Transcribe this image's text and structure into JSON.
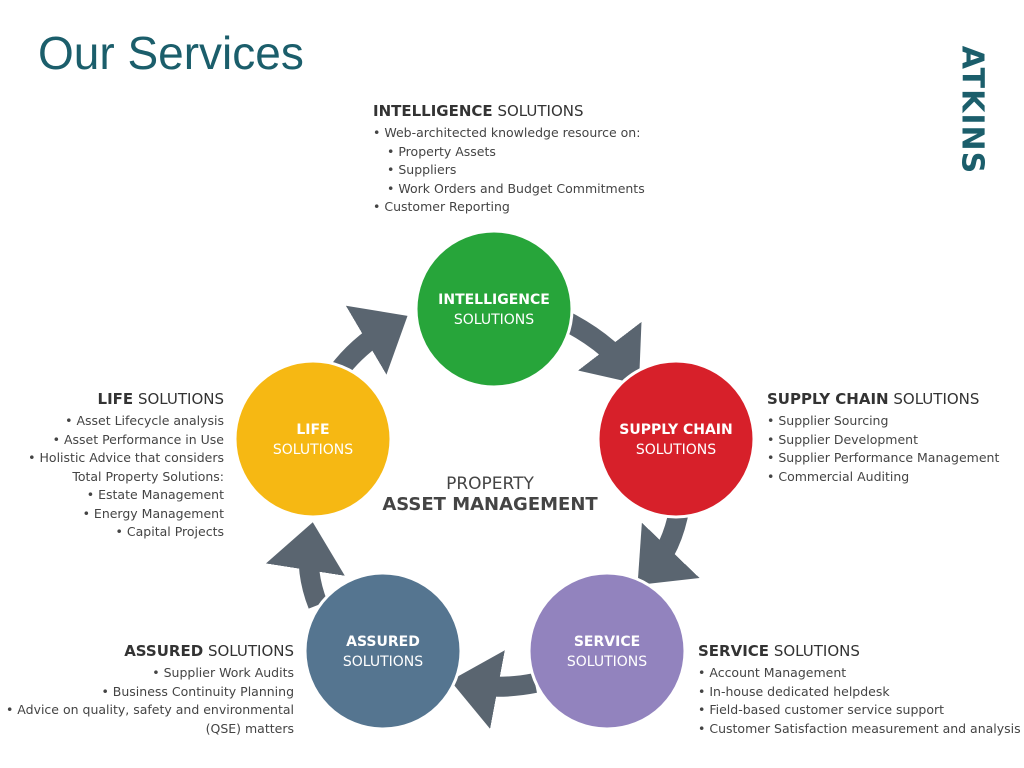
{
  "title": "Our Services",
  "logo": "ATKINS",
  "center": {
    "line1": "PROPERTY",
    "line2": "ASSET MANAGEMENT"
  },
  "colors": {
    "teal": "#1b5e6b",
    "green": "#27a53a",
    "red": "#d7202a",
    "purple": "#9283be",
    "blue": "#557590",
    "yellow": "#f6b813",
    "arrow": "#5a6570"
  },
  "circles": {
    "intelligence": {
      "bold": "INTELLIGENCE",
      "normal": "SOLUTIONS"
    },
    "supply": {
      "bold": "SUPPLY CHAIN",
      "normal": "SOLUTIONS"
    },
    "service": {
      "bold": "SERVICE",
      "normal": "SOLUTIONS"
    },
    "assured": {
      "bold": "ASSURED",
      "normal": "SOLUTIONS"
    },
    "life": {
      "bold": "LIFE",
      "normal": "SOLUTIONS"
    }
  },
  "blocks": {
    "intelligence": {
      "bold": "INTELLIGENCE",
      "normal": " SOLUTIONS",
      "items": [
        "Web-architected knowledge resource on:",
        "Property Assets",
        "Suppliers",
        "Work Orders and Budget Commitments",
        "Customer Reporting"
      ]
    },
    "supply": {
      "bold": "SUPPLY CHAIN",
      "normal": " SOLUTIONS",
      "items": [
        "Supplier Sourcing",
        "Supplier Development",
        "Supplier Performance Management",
        "Commercial Auditing"
      ]
    },
    "service": {
      "bold": "SERVICE",
      "normal": " SOLUTIONS",
      "items": [
        "Account Management",
        "In-house dedicated helpdesk",
        "Field-based customer service support",
        "Customer Satisfaction measurement and analysis"
      ]
    },
    "assured": {
      "bold": "ASSURED",
      "normal": " SOLUTIONS",
      "items": [
        "Supplier Work Audits",
        "Business Continuity Planning",
        "Advice on quality, safety and environmental",
        "(QSE) matters"
      ]
    },
    "life": {
      "bold": "LIFE",
      "normal": " SOLUTIONS",
      "items": [
        "Asset Lifecycle analysis",
        "Asset Performance in Use",
        "Holistic Advice that considers",
        "Total Property Solutions:",
        "Estate Management",
        "Energy Management",
        "Capital Projects"
      ]
    }
  }
}
